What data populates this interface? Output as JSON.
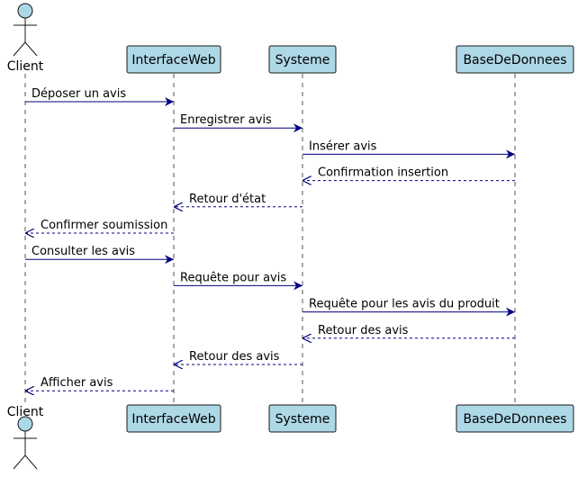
{
  "participants": [
    {
      "id": "client",
      "label": "Client",
      "kind": "actor"
    },
    {
      "id": "web",
      "label": "InterfaceWeb",
      "kind": "box"
    },
    {
      "id": "sys",
      "label": "Systeme",
      "kind": "box"
    },
    {
      "id": "db",
      "label": "BaseDeDonnees",
      "kind": "box"
    }
  ],
  "messages": [
    {
      "from": "client",
      "to": "web",
      "label": "Déposer un avis",
      "style": "sync"
    },
    {
      "from": "web",
      "to": "sys",
      "label": "Enregistrer avis",
      "style": "sync"
    },
    {
      "from": "sys",
      "to": "db",
      "label": "Insérer avis",
      "style": "sync"
    },
    {
      "from": "db",
      "to": "sys",
      "label": "Confirmation insertion",
      "style": "return"
    },
    {
      "from": "sys",
      "to": "web",
      "label": "Retour d'état",
      "style": "return"
    },
    {
      "from": "web",
      "to": "client",
      "label": "Confirmer soumission",
      "style": "return"
    },
    {
      "from": "client",
      "to": "web",
      "label": "Consulter les avis",
      "style": "sync"
    },
    {
      "from": "web",
      "to": "sys",
      "label": "Requête pour avis",
      "style": "sync"
    },
    {
      "from": "sys",
      "to": "db",
      "label": "Requête pour les avis du produit",
      "style": "sync"
    },
    {
      "from": "db",
      "to": "sys",
      "label": "Retour des avis",
      "style": "return"
    },
    {
      "from": "sys",
      "to": "web",
      "label": "Retour des avis",
      "style": "return"
    },
    {
      "from": "web",
      "to": "client",
      "label": "Afficher avis",
      "style": "return"
    }
  ],
  "colors": {
    "participant_fill": "#ADD8E6",
    "participant_border": "#181818",
    "arrow": "#000080",
    "lifeline": "#555555"
  }
}
